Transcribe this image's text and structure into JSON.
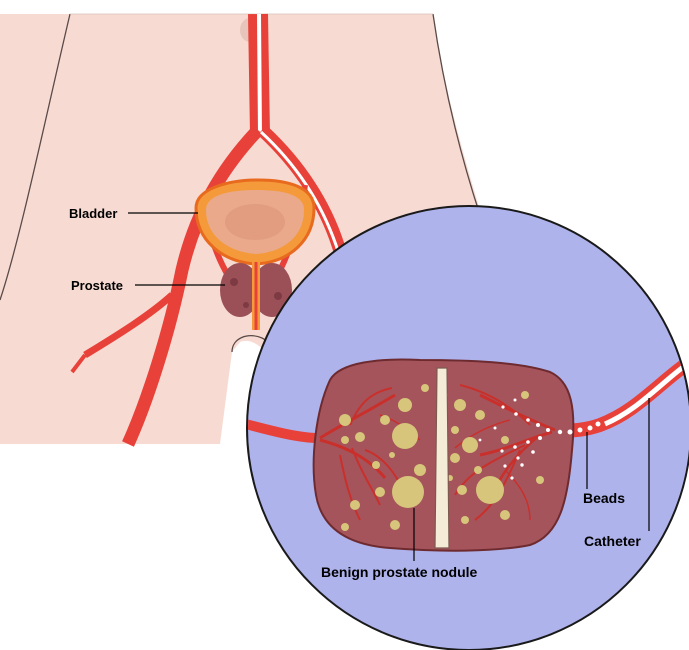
{
  "labels": {
    "bladder": "Bladder",
    "prostate": "Prostate",
    "beads": "Beads",
    "catheter": "Catheter",
    "nodule": "Benign prostate nodule"
  },
  "colors": {
    "skin": "#f7dbd2",
    "skin_outline": "#5a4a48",
    "artery": "#e8413a",
    "artery_dark": "#b52823",
    "catheter": "#ffffff",
    "bladder_outer": "#f59a3a",
    "bladder_inner": "#e9a98a",
    "prostate": "#9b5058",
    "magnifier_bg": "#aeb3ec",
    "magnifier_outline": "#1a1a1a",
    "gland": "#a6545b",
    "gland_outline": "#6d2b30",
    "nodule": "#d6c57a",
    "urethra": "#f5ecd8",
    "bead": "#ffffff"
  }
}
